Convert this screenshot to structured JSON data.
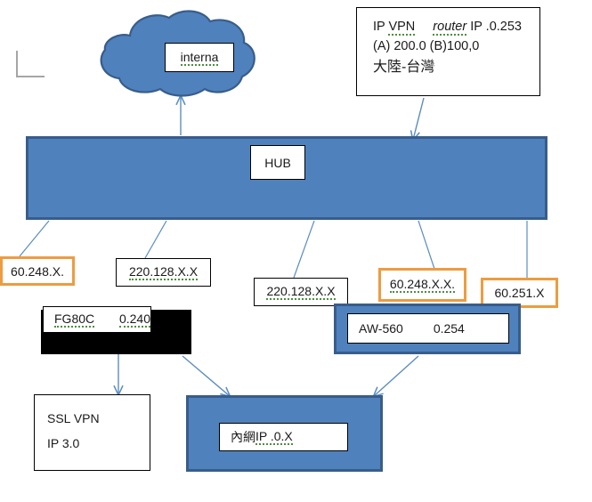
{
  "diagram": {
    "title": "Network topology diagram",
    "colors": {
      "device_blue_fill": "#4F81BD",
      "device_blue_border": "#385D8A",
      "highlight_orange": "#ED9C40",
      "wire_blue": "#5B8DC0",
      "black_device": "#000000",
      "corner_mark_gray": "#A6A6A6"
    },
    "cloud": {
      "name": "internet-cloud",
      "label": "interna"
    },
    "hub": {
      "name": "hub-bar",
      "label": "HUB"
    },
    "vpn_note": {
      "name": "vpn-router-note",
      "line1_a": "IP ",
      "line1_b": "VPN",
      "line1_c": "router",
      "line1_d": " IP .0.253",
      "line2": "(A) 200.0 (B)100,0",
      "line3": "大陸-台灣"
    },
    "ip_labels": [
      {
        "name": "ip-label-60-248-x",
        "text": "60.248.X.",
        "style": "orange"
      },
      {
        "name": "ip-label-220-128-left",
        "text": "220.128.X.X",
        "style": "plain"
      },
      {
        "name": "ip-label-220-128-right",
        "text": "220.128.X.X",
        "style": "plain"
      },
      {
        "name": "ip-label-60-248-xx",
        "text": "60.248.X.X.",
        "style": "orange"
      },
      {
        "name": "ip-label-60-251-x",
        "text": "60.251.X",
        "style": "orange"
      }
    ],
    "firewall": {
      "name": "fg80c-device",
      "model": "FG80C",
      "address": "0.240"
    },
    "switch": {
      "name": "aw-560-device",
      "model": "AW-560",
      "address": "0.254"
    },
    "ssl_vpn": {
      "name": "ssl-vpn-box",
      "line1": "SSL VPN",
      "line2": "IP 3.0"
    },
    "internal_net": {
      "name": "internal-network-box",
      "label_cjk": "內網",
      "label_ip": " IP .0.X"
    }
  }
}
